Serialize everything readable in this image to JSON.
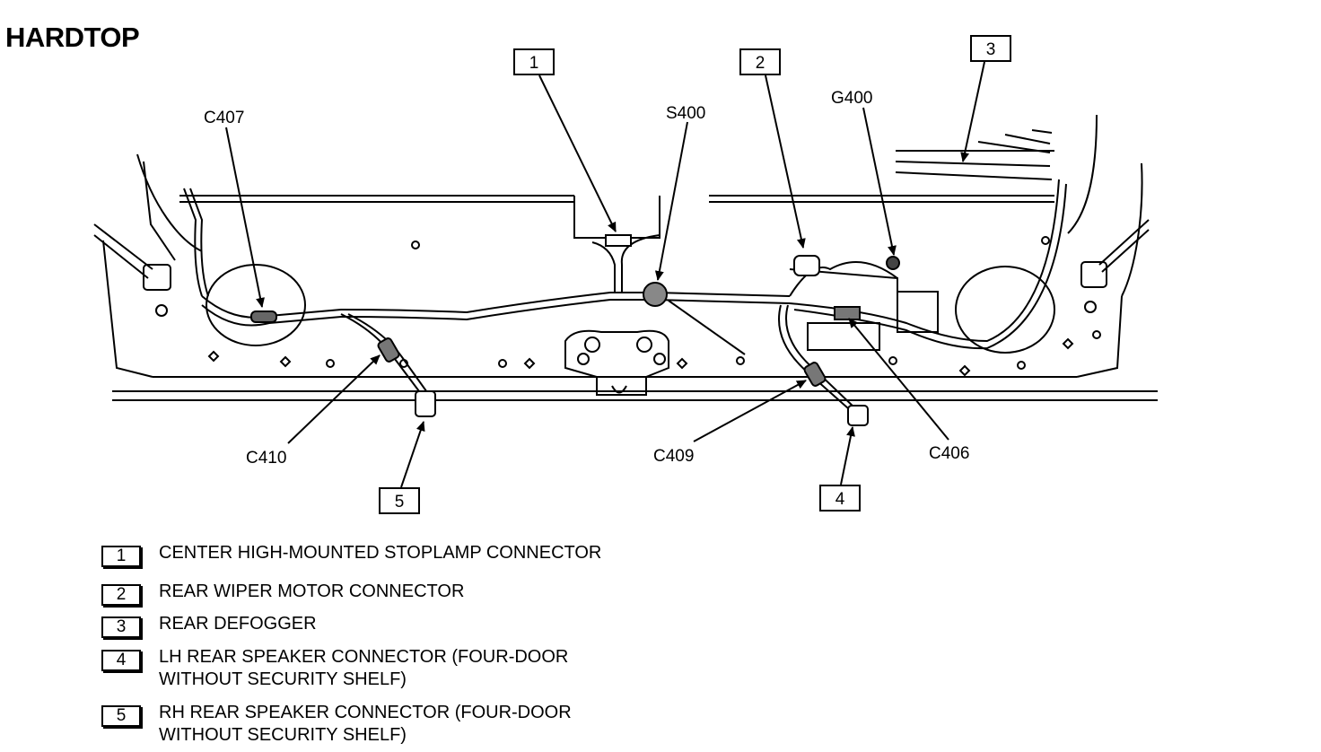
{
  "title": "HARDTOP",
  "callouts": {
    "c407": "C407",
    "s400": "S400",
    "g400": "G400",
    "c410": "C410",
    "c409": "C409",
    "c406": "C406",
    "n1": "1",
    "n2": "2",
    "n3": "3",
    "n4": "4",
    "n5": "5"
  },
  "legend": [
    {
      "number": "1",
      "text": "CENTER HIGH-MOUNTED STOPLAMP CONNECTOR"
    },
    {
      "number": "2",
      "text": "REAR WIPER MOTOR CONNECTOR"
    },
    {
      "number": "3",
      "text": "REAR DEFOGGER"
    },
    {
      "number": "4",
      "text": "LH REAR SPEAKER CONNECTOR (FOUR-DOOR\nWITHOUT SECURITY SHELF)"
    },
    {
      "number": "5",
      "text": "RH REAR SPEAKER CONNECTOR (FOUR-DOOR\nWITHOUT SECURITY SHELF)"
    }
  ]
}
